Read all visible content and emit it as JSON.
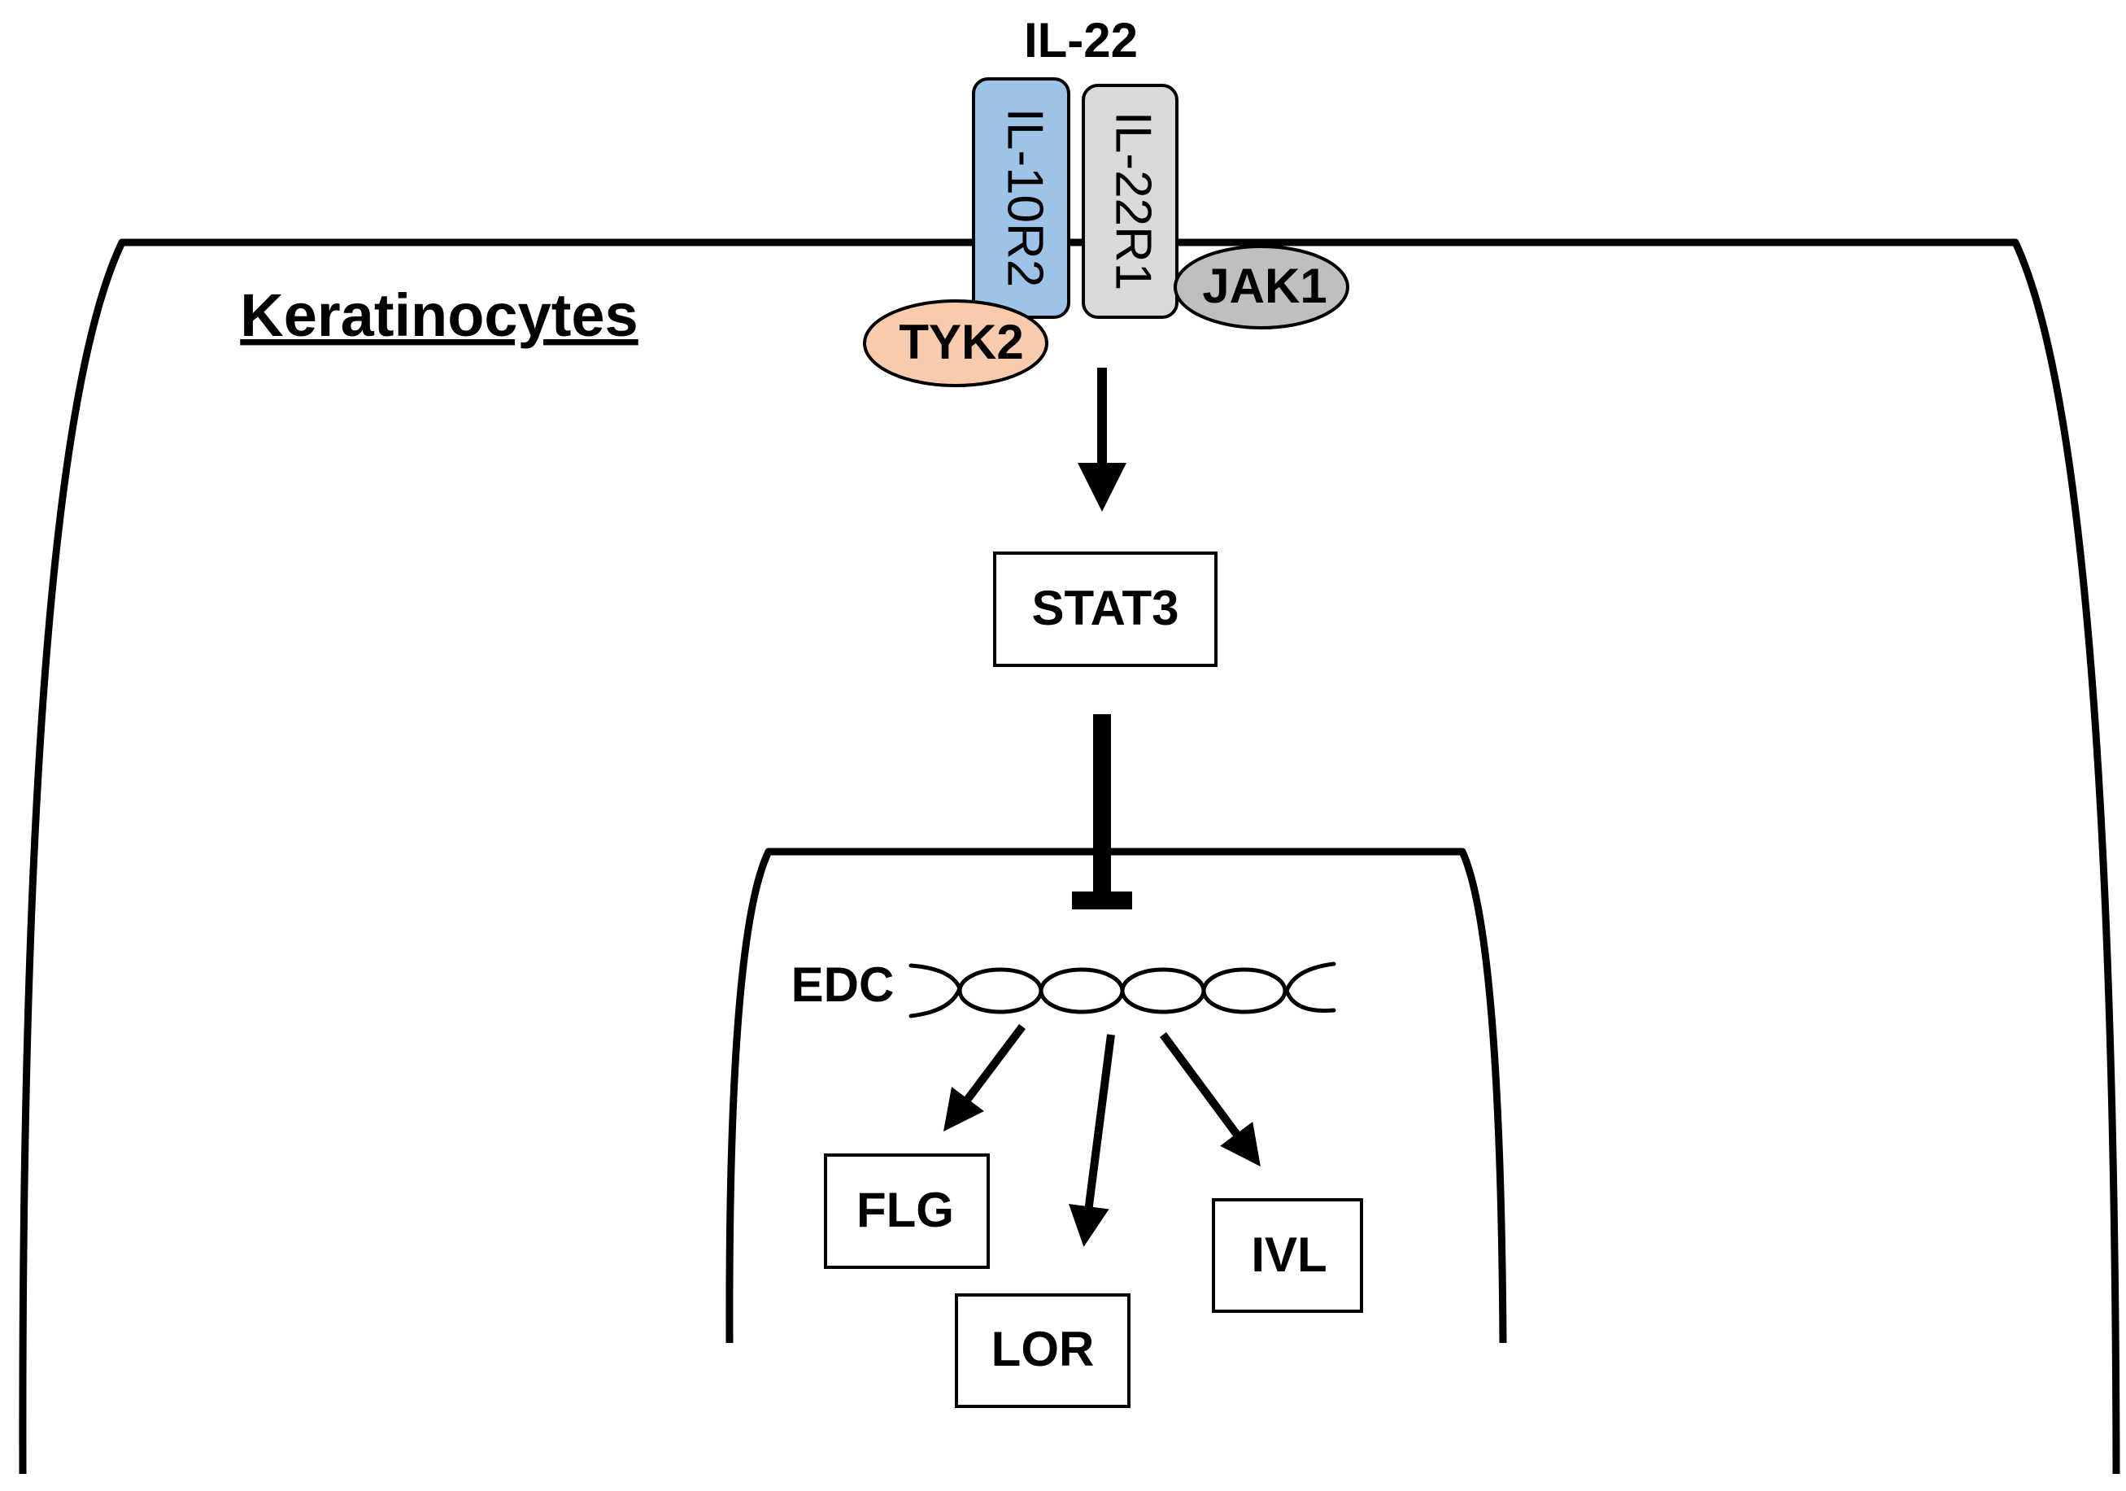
{
  "ligand": "IL-22",
  "cell_label": "Keratinocytes",
  "receptors": {
    "r1": {
      "label": "IL-10R2",
      "color": "#9dc3e6"
    },
    "r2": {
      "label": "IL-22R1",
      "color": "#d9d9d9"
    }
  },
  "kinases": {
    "tyk2": {
      "label": "TYK2",
      "color": "#f8cbad"
    },
    "jak1": {
      "label": "JAK1",
      "color": "#bfbfbf"
    }
  },
  "stat": "STAT3",
  "chromatin_label": "EDC",
  "genes": {
    "flg": "FLG",
    "lor": "LOR",
    "ivl": "IVL"
  }
}
